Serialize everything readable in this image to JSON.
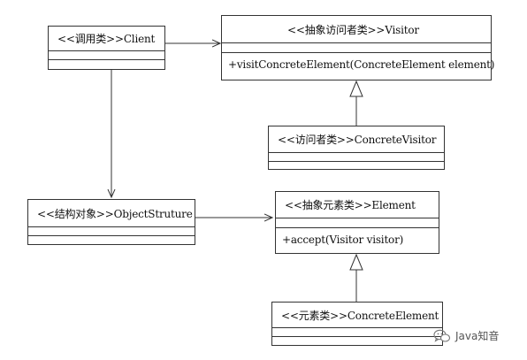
{
  "classes": {
    "client": {
      "title": "<<调用类>>Client"
    },
    "visitor": {
      "title": "<<抽象访问者类>>Visitor",
      "method": "+visitConcreteElement(ConcreteElement element)"
    },
    "concrete_visitor": {
      "title": "<<访问者类>>ConcreteVisitor"
    },
    "object_structure": {
      "title": "<<结构对象>>ObjectStruture"
    },
    "element": {
      "title": "<<抽象元素类>>Element",
      "method": "+accept(Visitor visitor)"
    },
    "concrete_element": {
      "title": "<<元素类>>ConcreteElement"
    }
  },
  "watermark": {
    "text": "Java知音",
    "icon": "wechat-icon"
  },
  "colors": {
    "line": "#333333",
    "text": "#111111",
    "watermark": "#555555"
  }
}
